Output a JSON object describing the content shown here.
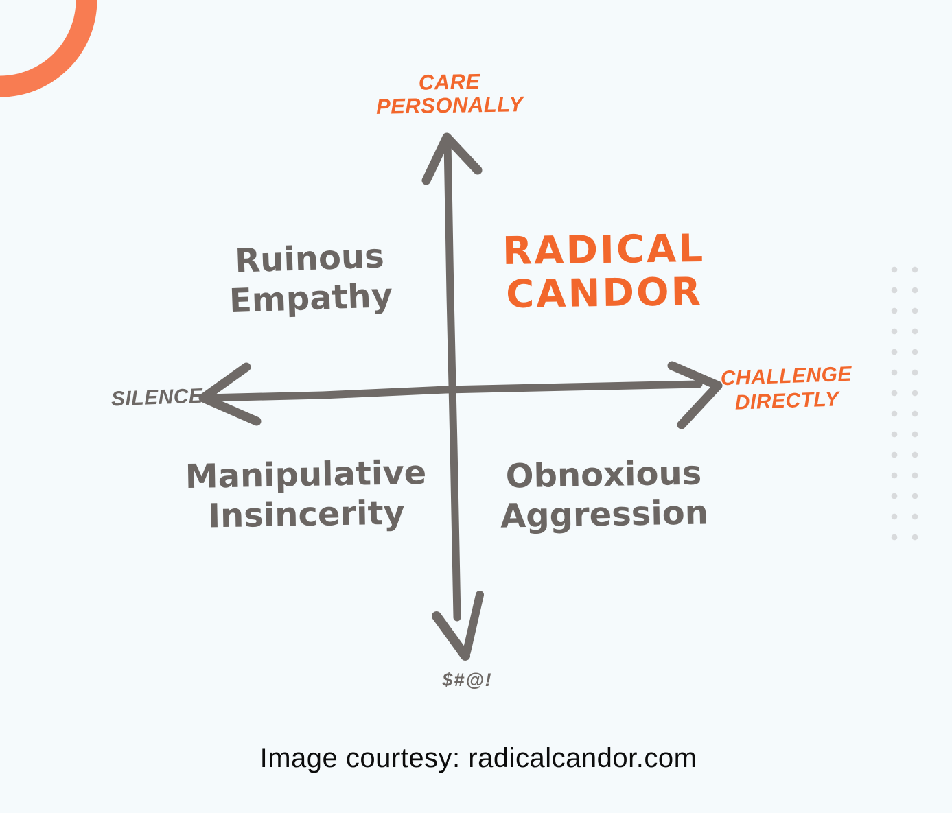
{
  "colors": {
    "background": "#f5fafc",
    "accent_orange": "#f2672c",
    "arc_orange": "#f87c52",
    "axis_gray": "#6f6a67",
    "handwriting_gray": "#6b6663",
    "dot_gray": "#d8dadc",
    "caption_black": "#0c0c0c"
  },
  "axes": {
    "vertical": {
      "top_label_line1": "CARE",
      "top_label_line2": "PERSONALLY",
      "bottom_label": "$#@!"
    },
    "horizontal": {
      "left_label": "SILENCE",
      "right_label_line1": "CHALLENGE",
      "right_label_line2": "DIRECTLY"
    }
  },
  "quadrants": {
    "top_left": {
      "line1": "Ruinous",
      "line2": "Empathy"
    },
    "top_right": {
      "line1": "RADICAL",
      "line2": "CANDOR"
    },
    "bottom_left": {
      "line1": "Manipulative",
      "line2": "Insincerity"
    },
    "bottom_right": {
      "line1": "Obnoxious",
      "line2": "Aggression"
    }
  },
  "caption": "Image courtesy: radicalcandor.com"
}
